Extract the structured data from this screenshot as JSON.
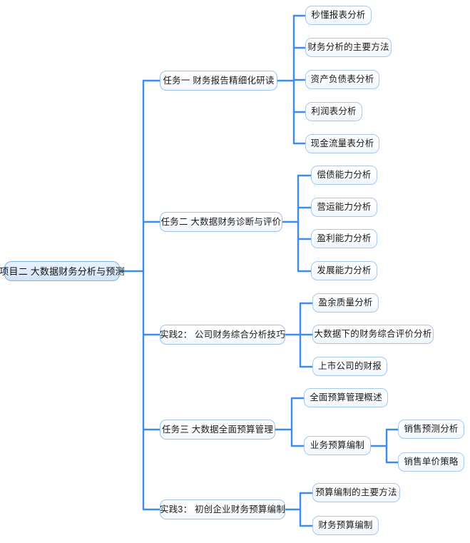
{
  "diagram": {
    "type": "mind-map",
    "title": "项目二 大数据财务分析与预测",
    "orientation": "left-to-right",
    "colors": {
      "connector": "#3d8bf2",
      "node_border": "#a8c8ee",
      "root_border": "#7fb0e8",
      "root_fill": "#dfebfb",
      "node_fill": "#ffffff",
      "text": "#1a1a1a",
      "background": "#ffffff"
    },
    "root": {
      "label": "项目二 大数据财务分析与预测"
    },
    "branches": [
      {
        "label": "任务一 财务报告精细化研读",
        "children": [
          {
            "label": "秒懂报表分析"
          },
          {
            "label": "财务分析的主要方法"
          },
          {
            "label": "资产负债表分析"
          },
          {
            "label": "利润表分析"
          },
          {
            "label": "现金流量表分析"
          }
        ]
      },
      {
        "label": "任务二 大数据财务诊断与评价",
        "children": [
          {
            "label": "偿债能力分析"
          },
          {
            "label": "营运能力分析"
          },
          {
            "label": "盈利能力分析"
          },
          {
            "label": "发展能力分析"
          }
        ]
      },
      {
        "label": "实践2： 公司财务综合分析技巧",
        "children": [
          {
            "label": "盈余质量分析"
          },
          {
            "label": "大数据下的财务综合评价分析"
          },
          {
            "label": "上市公司的财报"
          }
        ]
      },
      {
        "label": "任务三 大数据全面预算管理",
        "children": [
          {
            "label": "全面预算管理概述"
          },
          {
            "label": "业务预算编制",
            "children": [
              {
                "label": "销售预测分析"
              },
              {
                "label": "销售单价策略"
              }
            ]
          }
        ]
      },
      {
        "label": "实践3： 初创企业财务预算编制",
        "children": [
          {
            "label": "预算编制的主要方法"
          },
          {
            "label": "财务预算编制"
          }
        ]
      }
    ]
  }
}
